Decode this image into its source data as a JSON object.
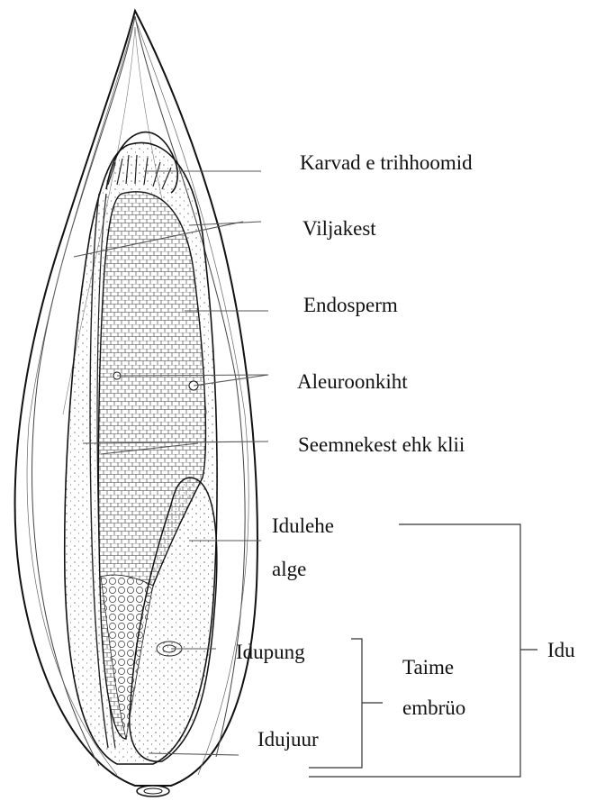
{
  "labels": {
    "karvad": "Karvad e trihhoomid",
    "viljakest": "Viljakest",
    "endosperm": "Endosperm",
    "aleuroonkiht": "Aleuroonkiht",
    "seemnekest": "Seemnekest ehk klii",
    "idulehe_line1": "Idulehe",
    "idulehe_line2": "alge",
    "idupung": "Idupung",
    "idujuur": "Idujuur",
    "taime_line1": "Taime",
    "taime_line2": "embrüo",
    "idu": "Idu"
  },
  "colors": {
    "ink": "#1a1a1a",
    "leader": "#555555",
    "bracket": "#333333"
  }
}
